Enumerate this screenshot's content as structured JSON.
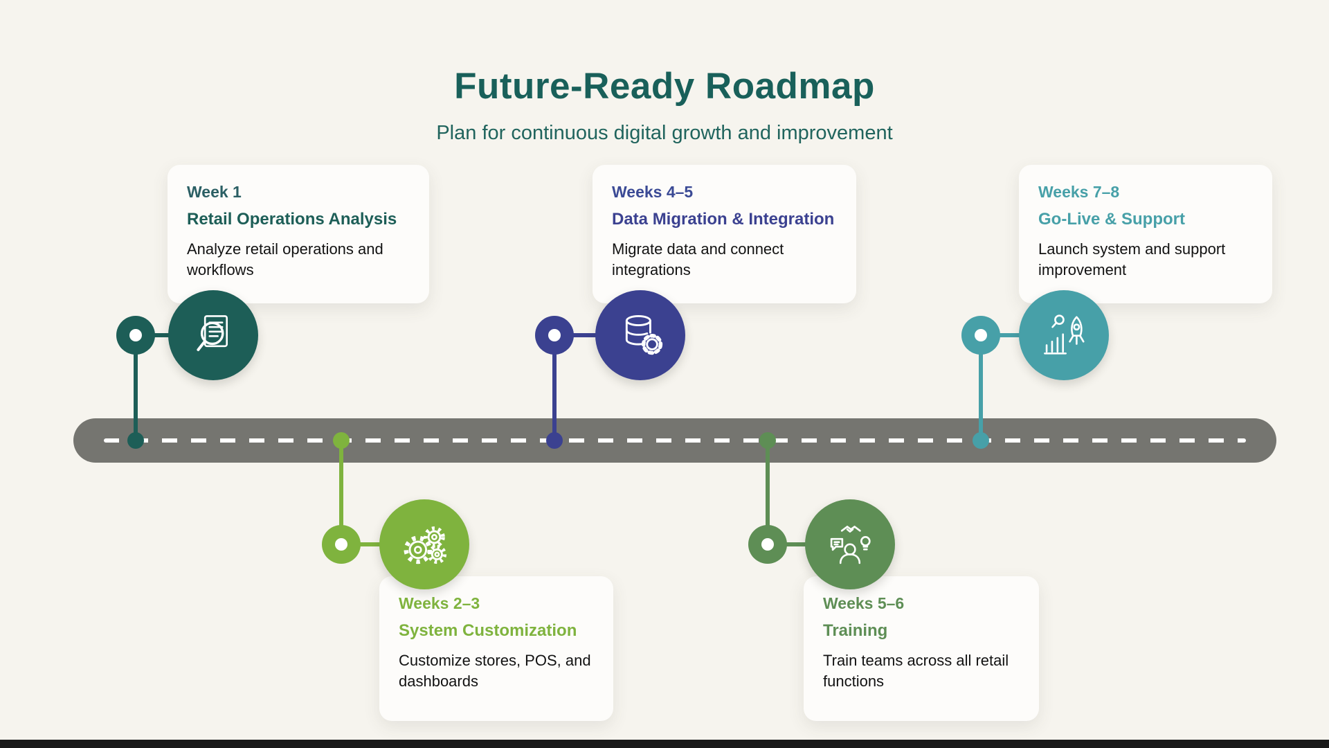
{
  "page": {
    "title": "Future-Ready Roadmap",
    "subtitle": "Plan for continuous digital growth and improvement",
    "title_color": "#19605a",
    "subtitle_color": "#20645d",
    "background_color": "#f6f4ee",
    "road_color": "#757570",
    "dash_color": "#ffffff"
  },
  "milestones": [
    {
      "week": "Week 1",
      "title": "Retail Operations Analysis",
      "description": "Analyze retail operations and workflows",
      "color": "#1d5e57",
      "week_color": "#2b5f64",
      "icon": "magnifier-document-icon",
      "side": "above"
    },
    {
      "week": "Weeks 2–3",
      "title": "System Customization",
      "description": "Customize stores, POS, and dashboards",
      "color": "#7fb33e",
      "week_color": "#7fb33e",
      "icon": "gears-icon",
      "side": "below"
    },
    {
      "week": "Weeks 4–5",
      "title": "Data Migration & Integration",
      "description": "Migrate data and connect integrations",
      "color": "#3b4190",
      "week_color": "#3b4a95",
      "icon": "database-gear-icon",
      "side": "above"
    },
    {
      "week": "Weeks 5–6",
      "title": "Training",
      "description": "Train teams across all retail functions",
      "color": "#5e8e55",
      "week_color": "#5e8e55",
      "icon": "training-people-icon",
      "side": "below"
    },
    {
      "week": "Weeks 7–8",
      "title": "Go-Live & Support",
      "description": "Launch system and support improvement",
      "color": "#47a0a8",
      "week_color": "#47a0a8",
      "icon": "rocket-launch-icon",
      "side": "above"
    }
  ]
}
